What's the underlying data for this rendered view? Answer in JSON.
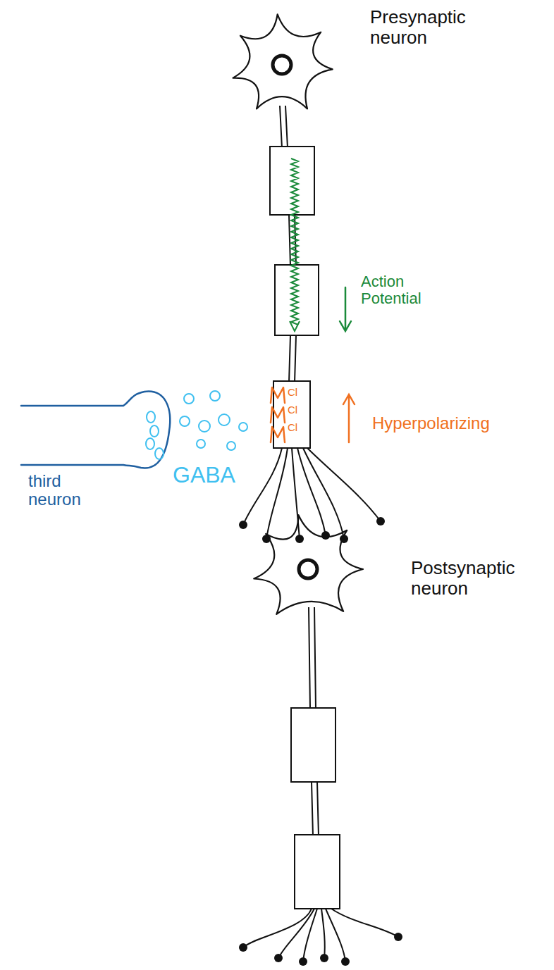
{
  "diagram": {
    "labels": [
      "Presynaptic neuron",
      "Action Potential",
      "Cl",
      "Cl",
      "Cl",
      "Hyperpolarizing",
      "GABA",
      "third neuron",
      "Postsynaptic neuron"
    ]
  }
}
